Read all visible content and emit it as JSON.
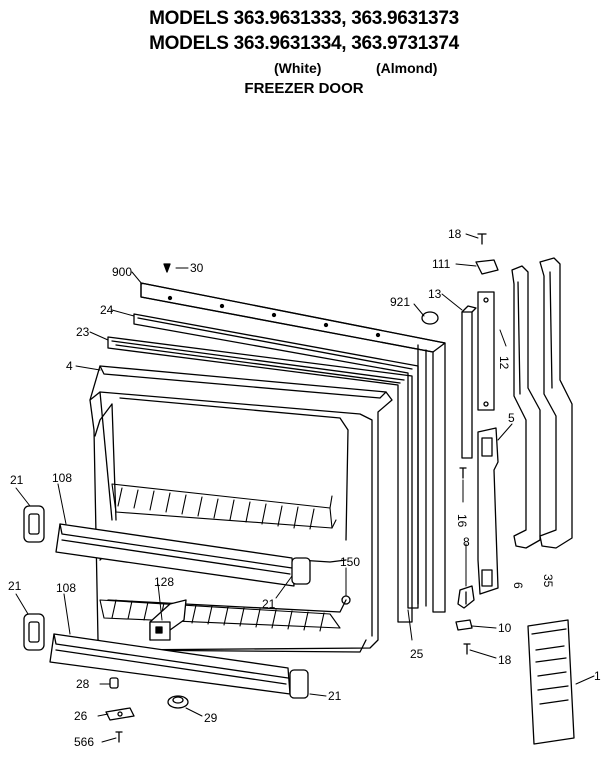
{
  "header": {
    "title_line1": "MODELS 363.9631333, 363.9631373",
    "title_line2": "MODELS 363.9631334, 363.9731374",
    "sub_white": "(White)",
    "sub_almond": "(Almond)",
    "title_line3": "FREEZER DOOR"
  },
  "callouts": {
    "c18a": "18",
    "c111": "111",
    "c13": "13",
    "c921": "921",
    "c12": "12",
    "c900": "900",
    "c30": "30",
    "c24": "24",
    "c23": "23",
    "c4": "4",
    "c5": "5",
    "c16": "16",
    "c8": "8",
    "c6": "6",
    "c35": "35",
    "c21a": "21",
    "c108a": "108",
    "c21b": "21",
    "c108b": "108",
    "c128": "128",
    "c21c": "21",
    "c150": "150",
    "c25": "25",
    "c10": "10",
    "c18b": "18",
    "c1": "1",
    "c28": "28",
    "c26": "26",
    "c29": "29",
    "c566": "566",
    "c21d": "21"
  }
}
